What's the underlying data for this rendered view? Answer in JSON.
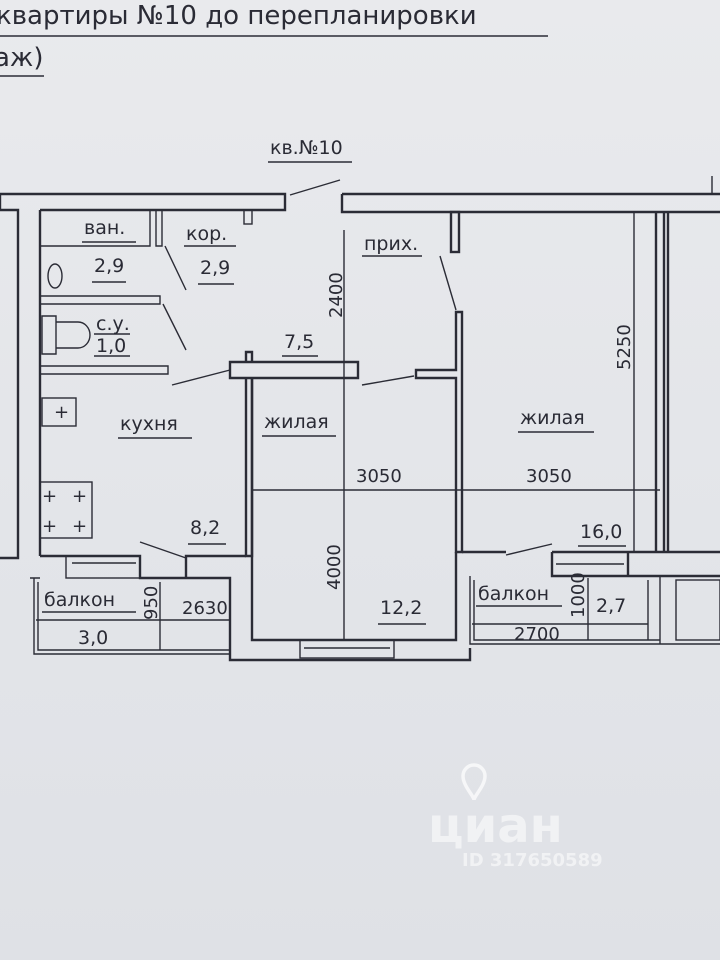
{
  "header": {
    "title_line1": "квартиры №10 до перепланировки",
    "title_line2": "аж)",
    "apartment": "кв.№10"
  },
  "rooms": {
    "bath": {
      "name": "ван.",
      "area": "2,9"
    },
    "corridor": {
      "name": "кор.",
      "area": "2,9"
    },
    "wc": {
      "name": "с.у.",
      "area": "1,0"
    },
    "hall": {
      "name": "прих.",
      "area": "7,5"
    },
    "kitchen": {
      "name": "кухня",
      "area": "8,2"
    },
    "living1": {
      "name": "жилая",
      "area": "12,2"
    },
    "living2": {
      "name": "жилая",
      "area": "16,0"
    },
    "balcony1": {
      "name": "балкон",
      "area": "3,0"
    },
    "balcony2": {
      "name": "балкон",
      "area": "2,7"
    }
  },
  "dimensions": {
    "hall_height": "2400",
    "living1_width": "3050",
    "living2_width": "3050",
    "living1_height": "4000",
    "living2_height": "5250",
    "balcony1_depth": "950",
    "balcony1_width": "2630",
    "balcony2_depth": "1000",
    "balcony2_width": "2700"
  },
  "watermark": {
    "brand": "циан",
    "id": "ID 317650589"
  }
}
